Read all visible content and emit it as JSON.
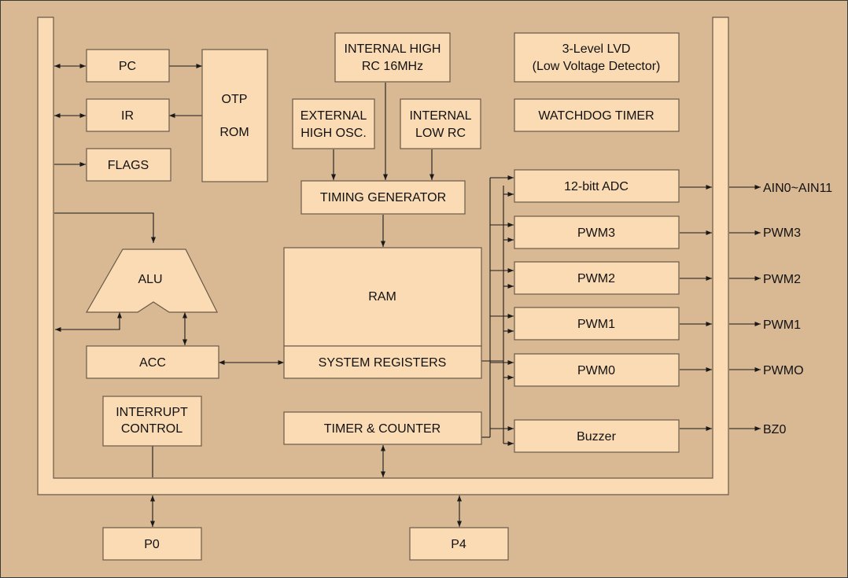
{
  "colors": {
    "background": "#d9b894",
    "block_fill": "#fadbb4",
    "stroke": "#6b5a48",
    "line": "#1a1a1a"
  },
  "blocks": {
    "pc": "PC",
    "ir": "IR",
    "flags": "FLAGS",
    "otp_rom": [
      "OTP",
      "ROM"
    ],
    "internal_high_rc": [
      "INTERNAL HIGH",
      "RC 16MHz"
    ],
    "external_high_osc": [
      "EXTERNAL",
      "HIGH OSC."
    ],
    "internal_low_rc": [
      "INTERNAL",
      "LOW RC"
    ],
    "lvd": [
      "3-Level LVD",
      "(Low Voltage Detector)"
    ],
    "watchdog": "WATCHDOG TIMER",
    "timing_generator": "TIMING GENERATOR",
    "alu": "ALU",
    "ram": "RAM",
    "system_registers": "SYSTEM REGISTERS",
    "acc": "ACC",
    "interrupt_control": [
      "INTERRUPT",
      "CONTROL"
    ],
    "timer_counter": "TIMER & COUNTER",
    "adc": "12-bitt ADC",
    "pwm3": "PWM3",
    "pwm2": "PWM2",
    "pwm1": "PWM1",
    "pwm0": "PWM0",
    "buzzer": "Buzzer",
    "p0": "P0",
    "p4": "P4"
  },
  "pins": {
    "adc": "AIN0~AIN11",
    "pwm3": "PWM3",
    "pwm2": "PWM2",
    "pwm1": "PWM1",
    "pwm0": "PWMO",
    "buzzer": "BZ0"
  }
}
